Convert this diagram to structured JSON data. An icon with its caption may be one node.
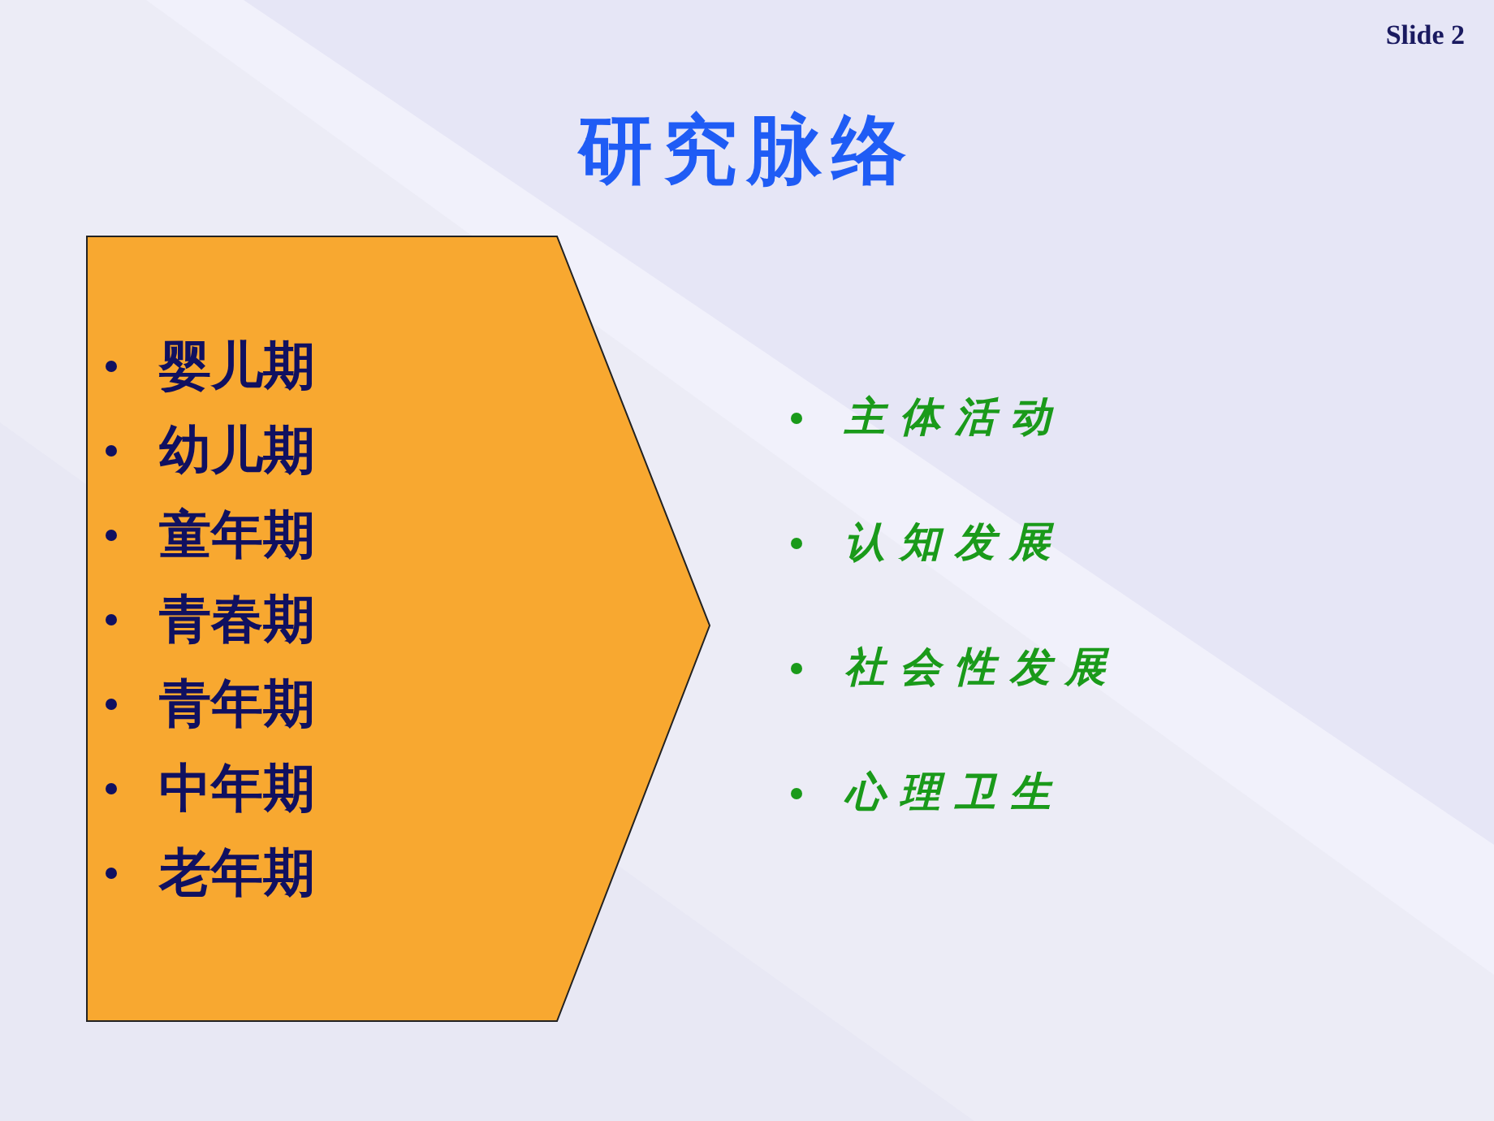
{
  "diagram": {
    "title": "研究脉络",
    "nodes": [
      {
        "text": [
          "婴儿期",
          "幼儿期",
          "童年期",
          "青春期",
          "青年期",
          "中年期",
          "老年期"
        ]
      }
    ],
    "labels": [
      "Slide 2",
      "主体活动",
      "认知发展",
      "社会性发展",
      "心理卫生"
    ]
  }
}
